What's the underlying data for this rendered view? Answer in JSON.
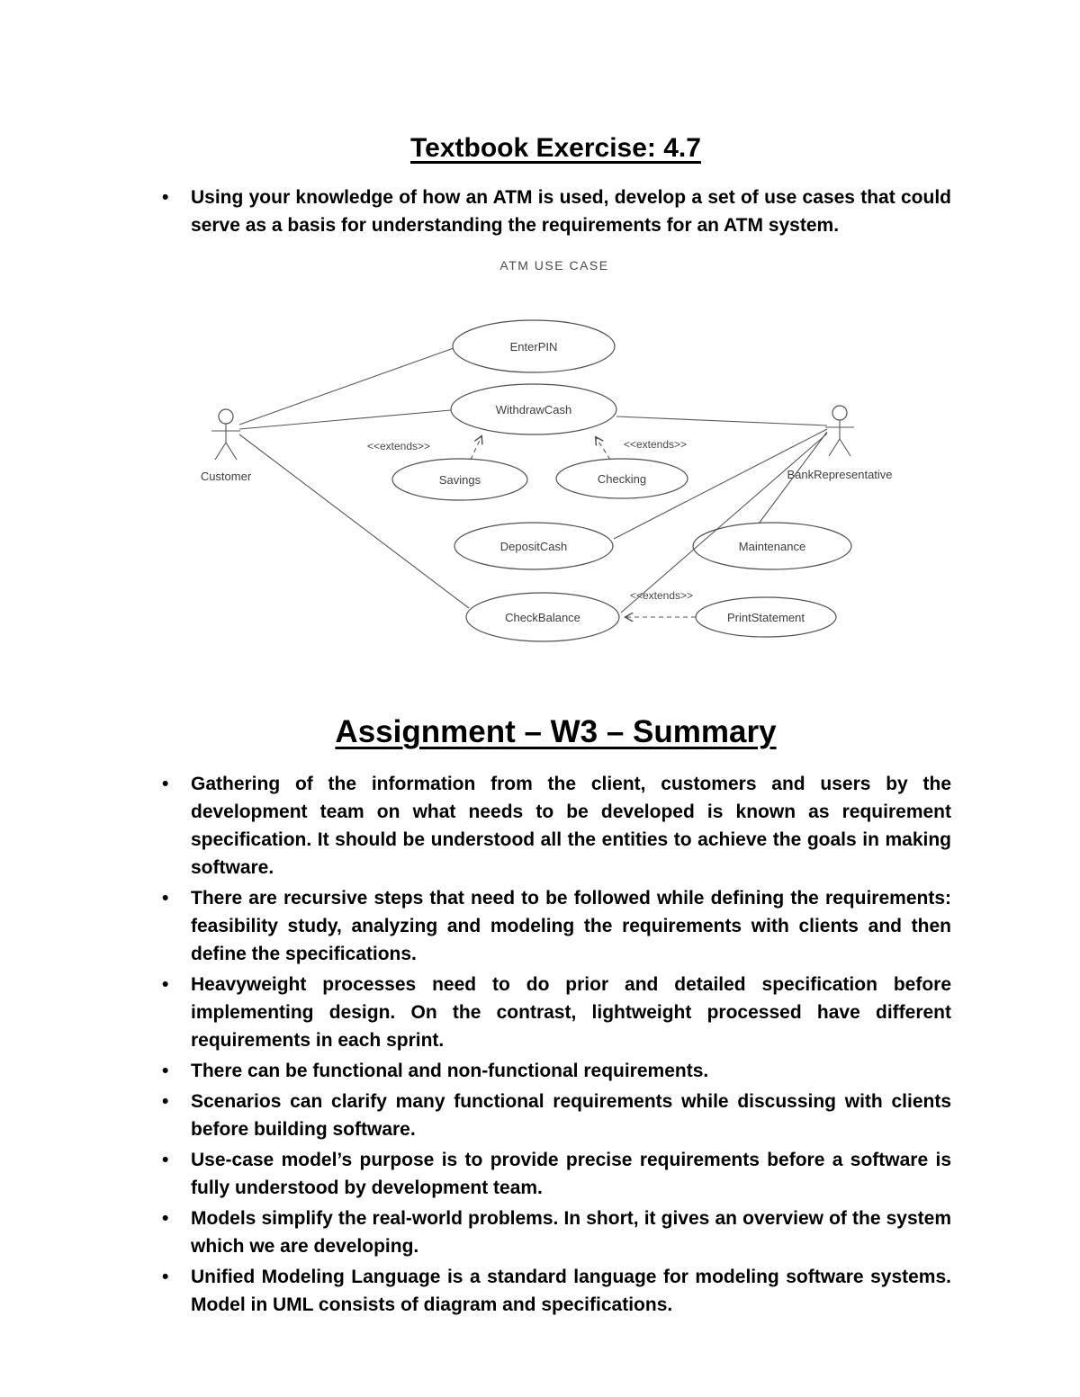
{
  "section1": {
    "title": "Textbook Exercise: 4.7",
    "bullets": [
      "Using your knowledge of how an ATM is used, develop a set of use cases that could serve as a basis for understanding the requirements for an ATM system."
    ]
  },
  "diagram": {
    "title": "ATM USE CASE",
    "actors": {
      "customer": "Customer",
      "bank_representative": "BankRepresentative"
    },
    "use_cases": {
      "enter_pin": "EnterPIN",
      "withdraw_cash": "WithdrawCash",
      "savings": "Savings",
      "checking": "Checking",
      "deposit_cash": "DepositCash",
      "maintenance": "Maintenance",
      "check_balance": "CheckBalance",
      "print_statement": "PrintStatement"
    },
    "extends_label": "<<extends>>"
  },
  "section2": {
    "title": "Assignment – W3 – Summary",
    "bullets": [
      "Gathering of the information from the client, customers and users by the development team on what needs to be developed is known as requirement specification. It should be understood all the entities to achieve the goals in making software.",
      "There are recursive steps that need to be followed while defining the requirements: feasibility study, analyzing and modeling the requirements with clients and then define the specifications.",
      "Heavyweight processes need to do prior and detailed specification before implementing design. On the contrast, lightweight processed have different requirements in each sprint.",
      "There can be functional and non-functional requirements.",
      "Scenarios can clarify many functional requirements while discussing with clients before building software.",
      "Use-case model’s purpose is to provide precise requirements before a software is fully understood by development team.",
      "Models simplify the real-world problems. In short, it gives an overview of the system which we are developing.",
      "Unified Modeling Language is a standard language for modeling software systems. Model in UML consists of diagram and specifications."
    ]
  }
}
